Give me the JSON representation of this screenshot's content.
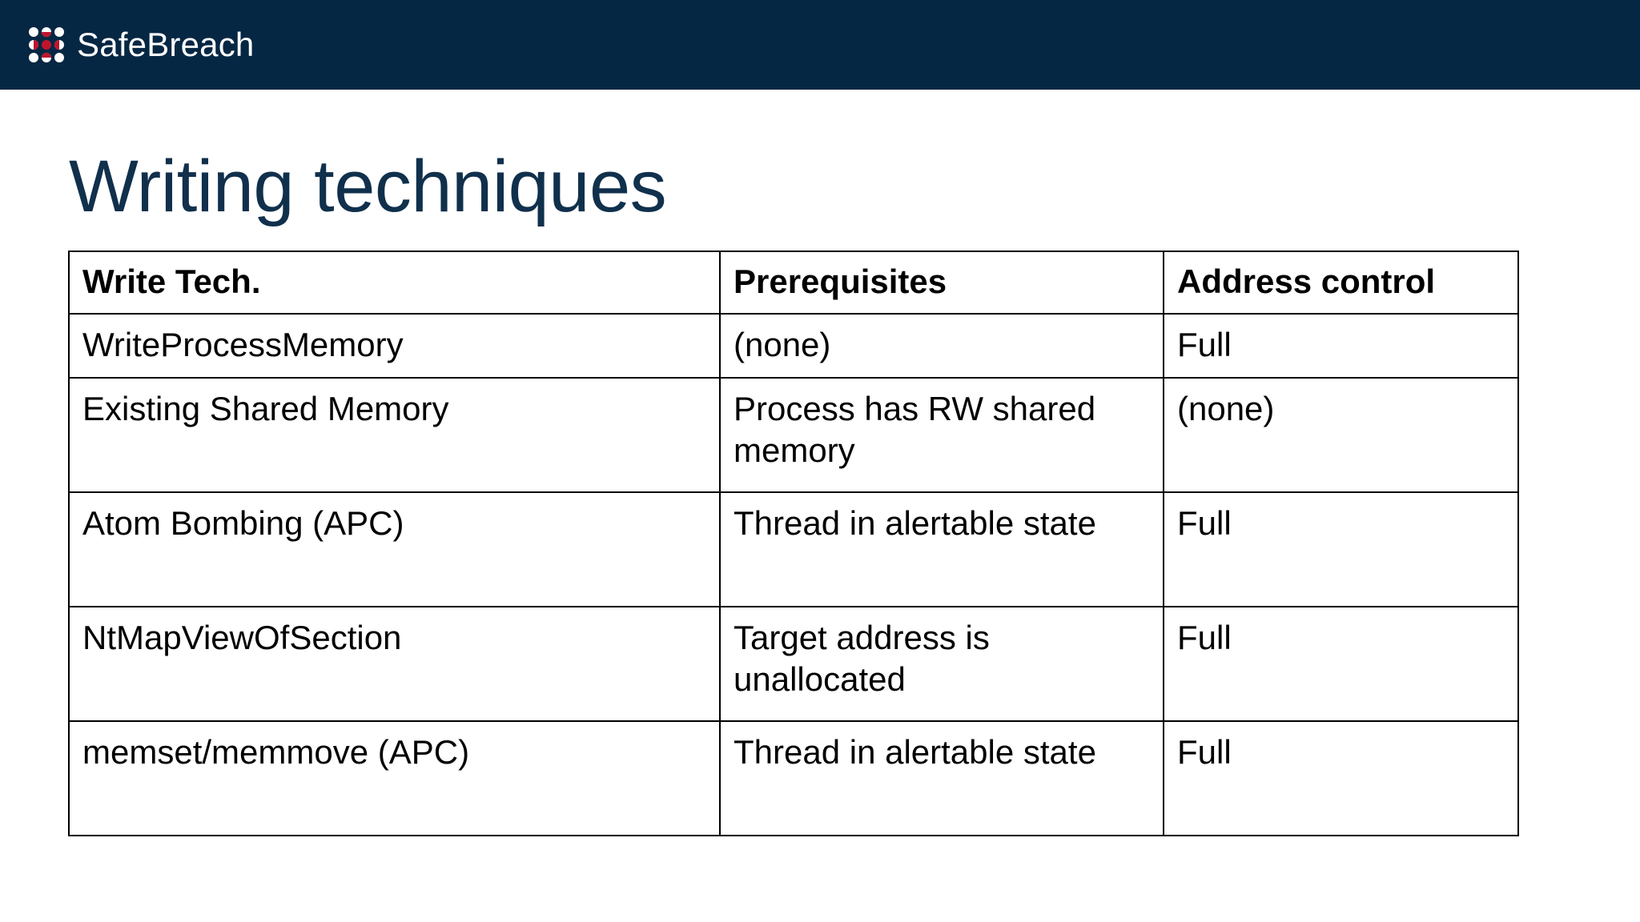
{
  "brand": {
    "name": "SafeBreach",
    "logo_icon": "safebreach-dot-matrix-logo",
    "bar_color": "#062743",
    "accent_red": "#c0142c",
    "wordmark_color": "#ffffff"
  },
  "slide": {
    "title": "Writing techniques",
    "title_color": "#10304c",
    "background": "#ffffff"
  },
  "table": {
    "columns": [
      "Write Tech.",
      "Prerequisites",
      "Address control"
    ],
    "rows": [
      {
        "technique": "WriteProcessMemory",
        "prerequisites": "(none)",
        "address_control": "Full"
      },
      {
        "technique": "Existing Shared Memory",
        "prerequisites": "Process has RW shared memory",
        "address_control": "(none)"
      },
      {
        "technique": "Atom Bombing (APC)",
        "prerequisites": "Thread in alertable state",
        "address_control": "Full"
      },
      {
        "technique": "NtMapViewOfSection",
        "prerequisites": "Target address is unallocated",
        "address_control": "Full"
      },
      {
        "technique": "memset/memmove (APC)",
        "prerequisites": "Thread in alertable state",
        "address_control": "Full"
      }
    ]
  }
}
